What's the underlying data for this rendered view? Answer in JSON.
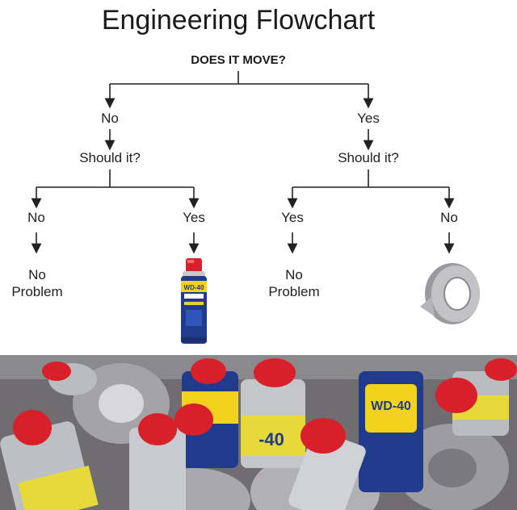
{
  "title": "Engineering Flowchart",
  "question": "DOES IT MOVE?",
  "branch_left": {
    "answer": "No",
    "question": "Should it?",
    "sub_left": "No",
    "sub_right": "Yes",
    "result": "No\nProblem"
  },
  "branch_right": {
    "answer": "Yes",
    "question": "Should it?",
    "sub_left": "Yes",
    "sub_right": "No",
    "result": "No\nProblem"
  },
  "products": {
    "can_label": "WD-40",
    "photo_label": "WD-40"
  },
  "colors": {
    "red": "#d8202a",
    "blue": "#203a8c",
    "yellow": "#f2d21c",
    "tape": "#a8a8ab"
  }
}
